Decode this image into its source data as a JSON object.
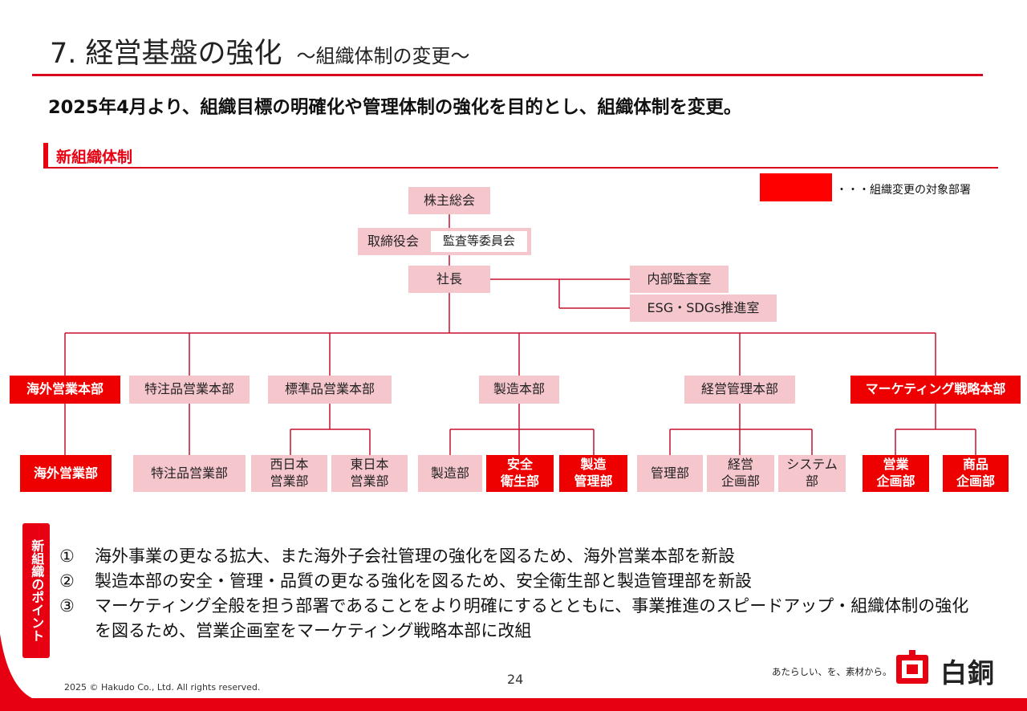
{
  "header": {
    "title": "7.  経営基盤の強化",
    "subtitle": "～組織体制の変更～",
    "lead": "2025年4月より、組織目標の明確化や管理体制の強化を目的とし、組織体制を変更。"
  },
  "section": {
    "title": "新組織体制",
    "legend_text": "・・・組織変更の対象部署",
    "legend_color": "#ff0000"
  },
  "org": {
    "shareholders": "株主総会",
    "board": "取締役会",
    "audit_committee": "監査等委員会",
    "president": "社長",
    "internal_audit": "内部監査室",
    "esg": "ESG・SDGs推進室",
    "hq": [
      {
        "label": "海外営業本部",
        "changed": true
      },
      {
        "label": "特注品営業本部",
        "changed": false
      },
      {
        "label": "標準品営業本部",
        "changed": false
      },
      {
        "label": "製造本部",
        "changed": false
      },
      {
        "label": "経営管理本部",
        "changed": false
      },
      {
        "label": "マーケティング戦略本部",
        "changed": true
      }
    ],
    "depts": [
      {
        "label": "海外営業部",
        "changed": true
      },
      {
        "label": "特注品営業部",
        "changed": false
      },
      {
        "label": "西日本\n営業部",
        "changed": false
      },
      {
        "label": "東日本\n営業部",
        "changed": false
      },
      {
        "label": "製造部",
        "changed": false
      },
      {
        "label": "安全\n衛生部",
        "changed": true
      },
      {
        "label": "製造\n管理部",
        "changed": true
      },
      {
        "label": "管理部",
        "changed": false
      },
      {
        "label": "経営\n企画部",
        "changed": false
      },
      {
        "label": "システム\n部",
        "changed": false
      },
      {
        "label": "営業\n企画部",
        "changed": true
      },
      {
        "label": "商品\n企画部",
        "changed": true
      }
    ]
  },
  "points": {
    "label": "新組織のポイント",
    "items": [
      {
        "num": "①",
        "text": "海外事業の更なる拡大、また海外子会社管理の強化を図るため、海外営業本部を新設"
      },
      {
        "num": "②",
        "text": "製造本部の安全・管理・品質の更なる強化を図るため、安全衛生部と製造管理部を新設"
      },
      {
        "num": "③",
        "text": "マーケティング全般を担う部署であることをより明確にするとともに、事業推進のスピードアップ・組織体制の強化",
        "text2": "を図るため、営業企画室をマーケティング戦略本部に改組"
      }
    ]
  },
  "footer": {
    "page": "24",
    "copyright": "2025 © Hakudo Co., Ltd. All rights reserved.",
    "tagline": "あたらしい、を、素材から。",
    "logo": "白銅"
  },
  "colors": {
    "accent": "#e60012",
    "changed_fill": "#ee0000",
    "normal_fill": "#f6c6cd",
    "connector": "#c8102e"
  }
}
